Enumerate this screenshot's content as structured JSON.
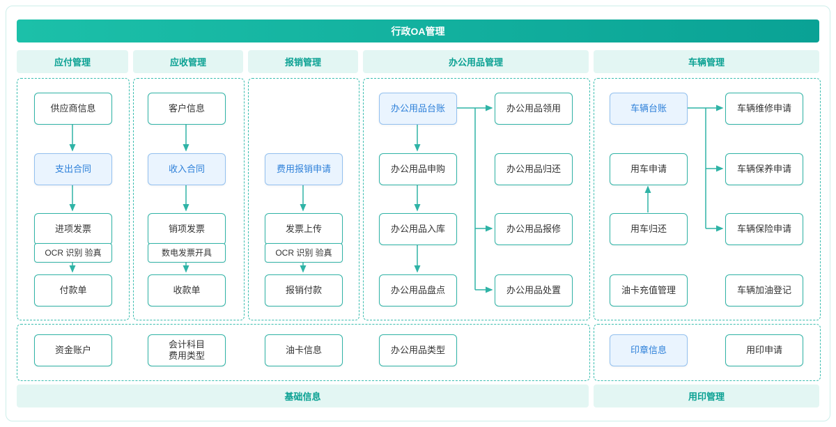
{
  "banner": {
    "title": "行政OA管理"
  },
  "headers": {
    "payable": "应付管理",
    "receivable": "应收管理",
    "reimburse": "报销管理",
    "office": "办公用品管理",
    "vehicle": "车辆管理"
  },
  "payable": {
    "supplier": "供应商信息",
    "contract": "支出合同",
    "invoice": "进项发票",
    "ocr": "OCR 识别 验真",
    "payment": "付款单"
  },
  "receivable": {
    "customer": "客户信息",
    "contract": "收入合同",
    "invoice": "销项发票",
    "digital_invoice": "数电发票开具",
    "receipt": "收款单"
  },
  "reimburse": {
    "apply": "费用报销申请",
    "upload": "发票上传",
    "ocr": "OCR 识别 验真",
    "payment": "报销付款"
  },
  "office": {
    "ledger": "办公用品台账",
    "purchase": "办公用品申购",
    "inbound": "办公用品入库",
    "stocktake": "办公用品盘点",
    "issue": "办公用品领用",
    "return": "办公用品归还",
    "repair": "办公用品报修",
    "dispose": "办公用品处置"
  },
  "vehicle": {
    "ledger": "车辆台账",
    "apply": "用车申请",
    "return": "用车归还",
    "fuel_card": "油卡充值管理",
    "repair": "车辆维修申请",
    "maintain": "车辆保养申请",
    "insurance": "车辆保险申请",
    "refuel": "车辆加油登记"
  },
  "base_nodes": {
    "fund_account": "资金账户",
    "subject_line1": "会计科目",
    "subject_line2": "费用类型",
    "fuel_card_info": "油卡信息",
    "office_supply_type": "办公用品类型"
  },
  "seal_nodes": {
    "seal_info": "印章信息",
    "seal_apply": "用印申请"
  },
  "footer": {
    "basic": "基础信息",
    "seal_mgmt": "用印管理"
  },
  "colors": {
    "accent_teal": "#10a89a",
    "banner_gradient_start": "#1cc0a9",
    "banner_gradient_end": "#0aa295",
    "header_bg": "#e3f6f3",
    "highlight_blue_text": "#2e80d9",
    "highlight_blue_bg": "#eaf4fe",
    "node_border": "#2fb3a6"
  }
}
